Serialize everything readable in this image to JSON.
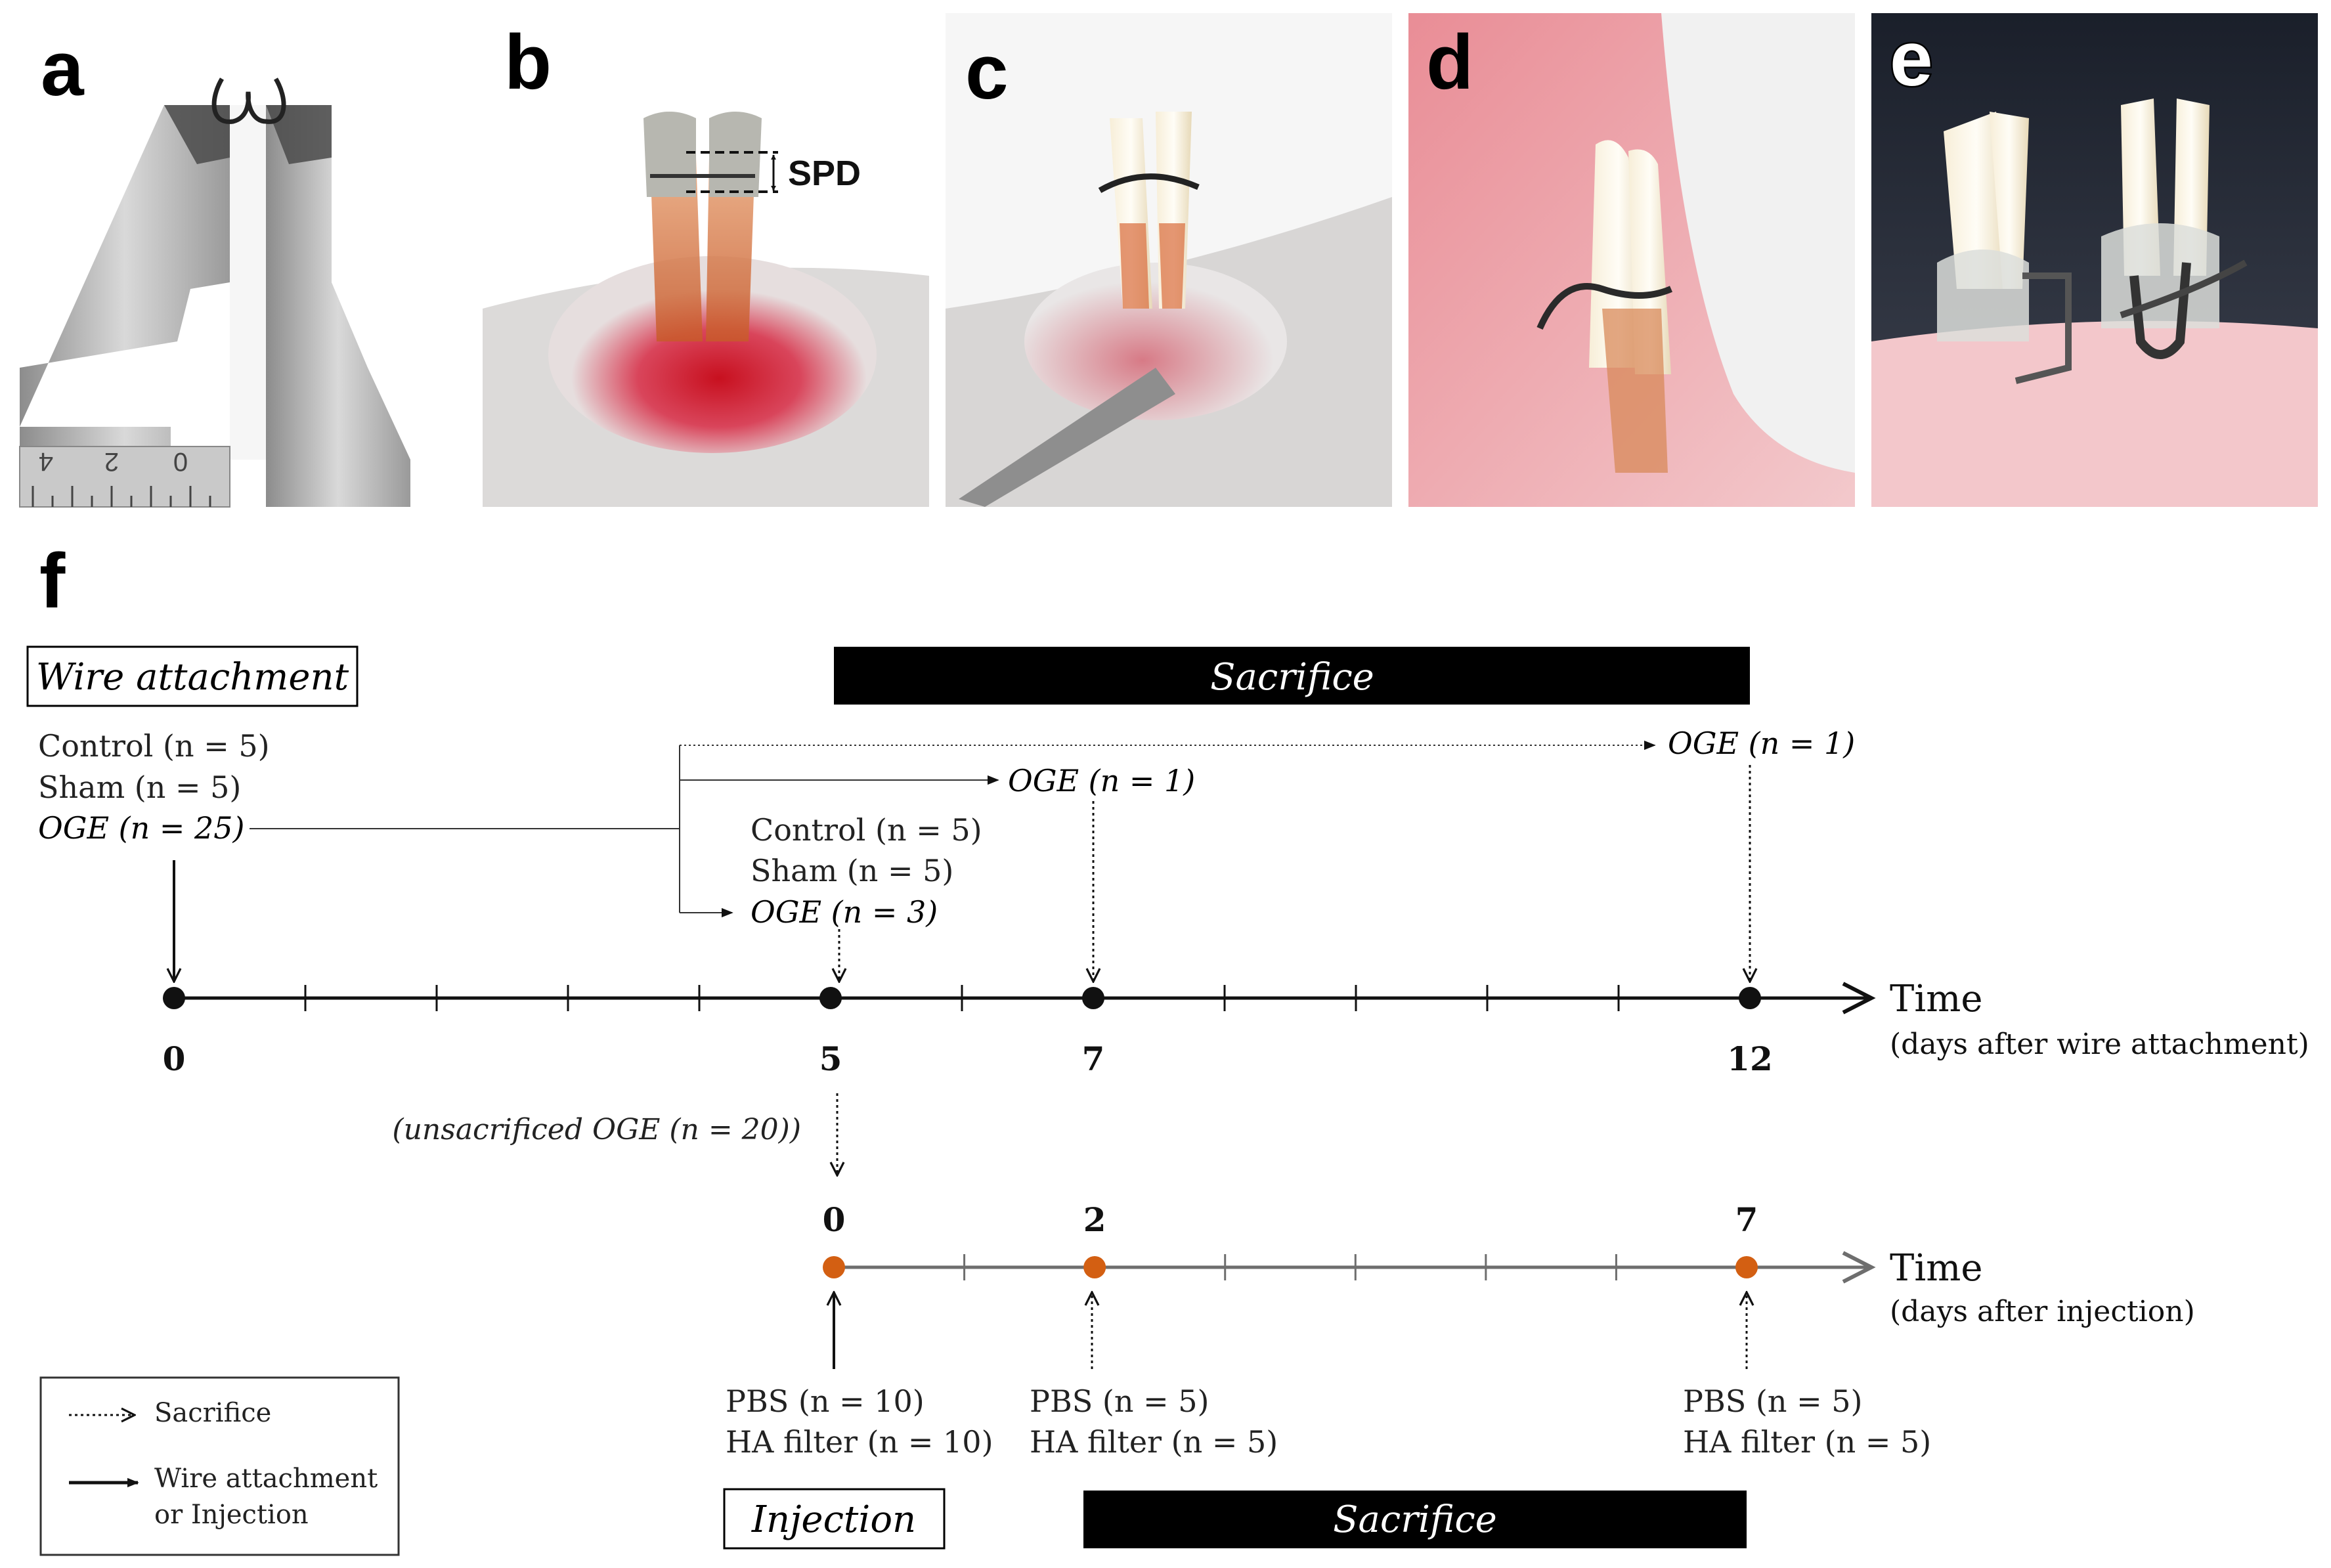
{
  "panels": {
    "a": {
      "letter": "a",
      "scale_digits": [
        "4",
        "2",
        "0"
      ]
    },
    "b": {
      "letter": "b",
      "spd_label": "SPD"
    },
    "c": {
      "letter": "c"
    },
    "d": {
      "letter": "d"
    },
    "e": {
      "letter": "e"
    }
  },
  "timeline": {
    "panel_letter": "f",
    "wire_attachment_box": "Wire attachment",
    "sacrifice_bar_top": "Sacrifice",
    "start_groups": [
      "Control (n = 5)",
      "Sham (n = 5)",
      "OGE (n = 25)"
    ],
    "day5_groups": [
      "Control (n = 5)",
      "Sham (n = 5)",
      "OGE (n = 3)"
    ],
    "day7_group": "OGE (n = 1)",
    "day12_group": "OGE (n = 1)",
    "axis1": {
      "title": "Time",
      "subtitle": "(days after wire attachment)",
      "ticks": [
        "0",
        "5",
        "7",
        "12"
      ],
      "max_day": 12
    },
    "unsacrificed_prefix": "(unsacrificed ",
    "unsacrificed_group": "OGE (n = 20)",
    "unsacrificed_suffix": ")",
    "axis2": {
      "title": "Time",
      "subtitle": "(days after injection)",
      "ticks": [
        "0",
        "2",
        "7"
      ],
      "max_day": 7
    },
    "injection_groups": [
      "PBS (n = 10)",
      "HA filter (n = 10)"
    ],
    "day2_groups": [
      "PBS (n = 5)",
      "HA filter (n = 5)"
    ],
    "day7_groups": [
      "PBS (n = 5)",
      "HA filter (n = 5)"
    ],
    "injection_box": "Injection",
    "sacrifice_bar_bottom": "Sacrifice",
    "legend": {
      "sacrifice": "Sacrifice",
      "wire_line1": "Wire attachment",
      "wire_line2": "or Injection"
    },
    "colors": {
      " oge_blue": "#3b5fa8",
      "point_orange": "#d35f12",
      "axis2_gray": "#6e6e6e"
    }
  }
}
